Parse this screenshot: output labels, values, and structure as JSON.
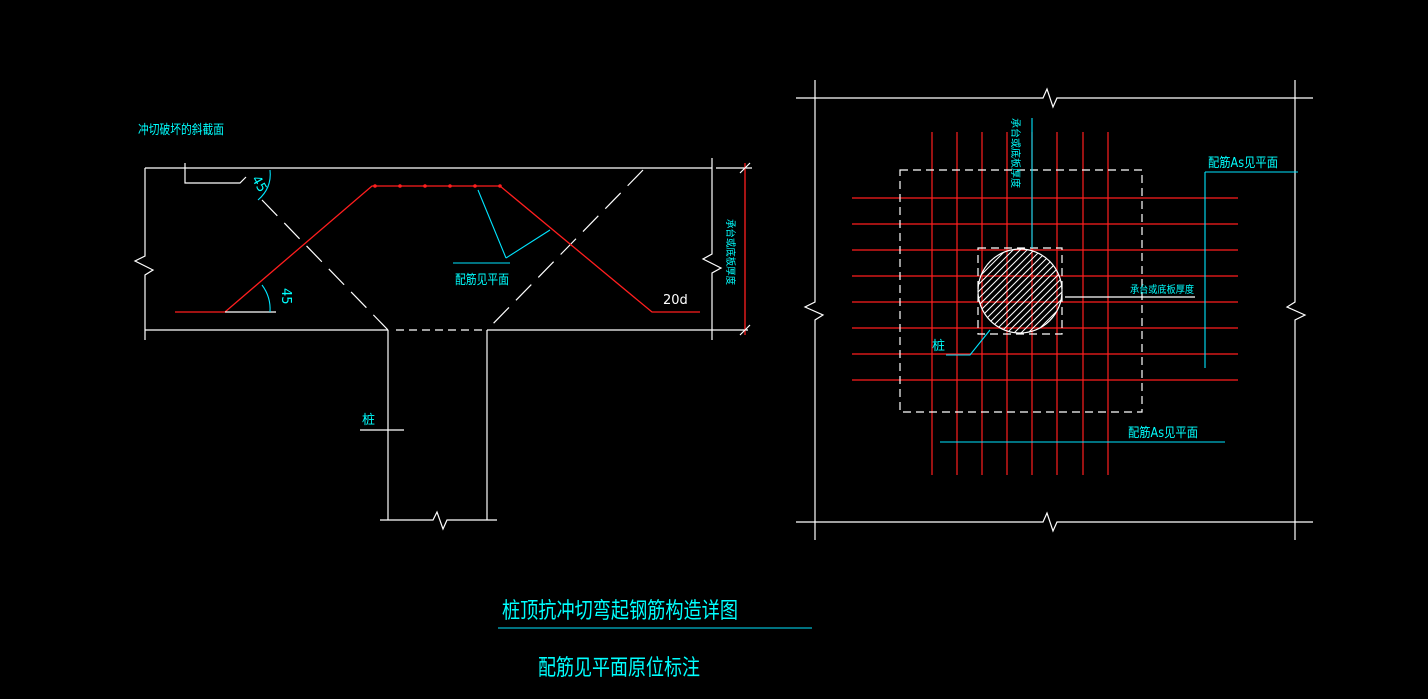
{
  "colors": {
    "background": "#000000",
    "line": "#ffffff",
    "rebar": "#ff1e1e",
    "annotation": "#00ffff"
  },
  "left_section": {
    "failure_plane_label": "冲切破坏的斜截面",
    "angle_top": "45",
    "angle_bottom": "45",
    "rebar_note": "配筋见平面",
    "anchorage_label": "20d",
    "thickness_label": "承台或底板厚度",
    "pile_label": "桩"
  },
  "plan_view": {
    "thickness_label_vertical": "承台或底板厚度",
    "rebar_label_top": "配筋As见平面",
    "thickness_label": "承台或底板厚度",
    "pile_label": "桩",
    "rebar_label_bottom": "配筋As见平面"
  },
  "title": {
    "main": "桩顶抗冲切弯起钢筋构造详图",
    "subtitle": "配筋见平面原位标注"
  }
}
